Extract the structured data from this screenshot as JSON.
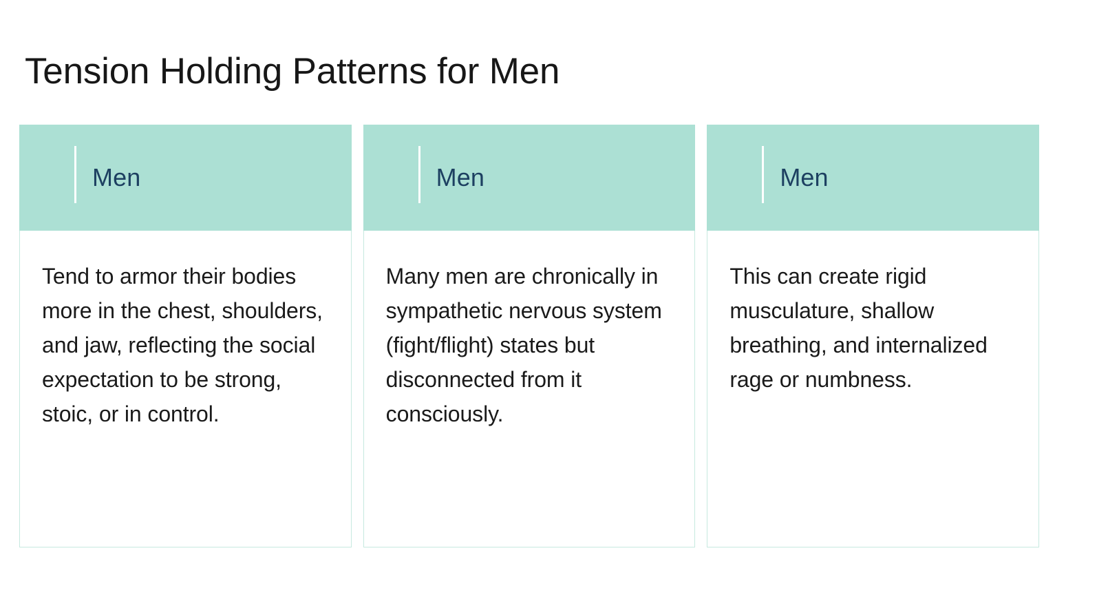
{
  "slide": {
    "title": "Tension Holding Patterns for Men",
    "background_color": "#ffffff"
  },
  "theme": {
    "header_bg": "#ace0d4",
    "header_text_color": "#1d4061",
    "accent_bar_color": "#ffffff",
    "card_border_color": "#c6e9df",
    "body_text_color": "#1a1a1a",
    "title_color": "#171717"
  },
  "cards": [
    {
      "label": "Men",
      "text": "Tend to armor their bodies more in the chest, shoulders, and jaw, reflecting the social expectation to be strong, stoic, or in control."
    },
    {
      "label": "Men",
      "text": "Many men are chronically in sympathetic nervous system (fight/flight) states but disconnected from it consciously."
    },
    {
      "label": "Men",
      "text": "This can create rigid musculature, shallow breathing, and internalized rage or numbness."
    }
  ]
}
